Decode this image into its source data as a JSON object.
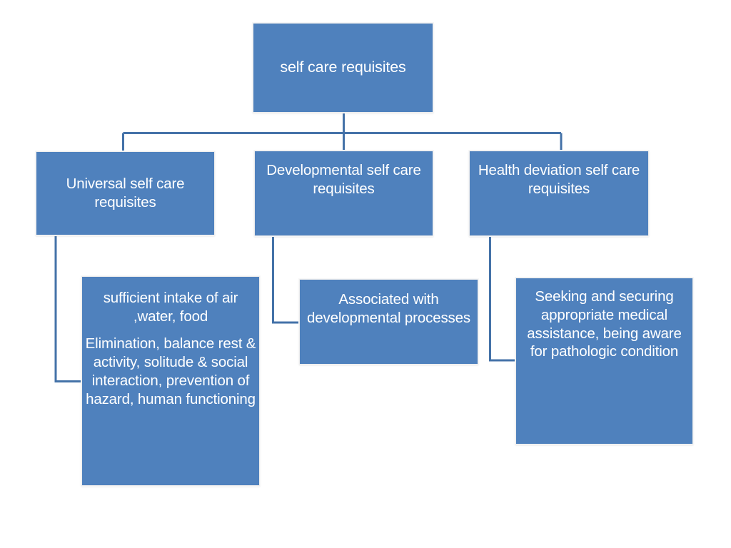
{
  "diagram": {
    "type": "hierarchy-tree",
    "title": "self care requisites",
    "colors": {
      "node_fill": "#4F81BD",
      "node_text": "#FFFFFF",
      "node_border": "#EDEDED",
      "connector": "#4472A8",
      "background": "#FFFFFF"
    },
    "nodes": {
      "root": {
        "label": "self care requisites"
      },
      "universal": {
        "label": "Universal self care requisites"
      },
      "developmental": {
        "label": "Developmental self care requisites"
      },
      "health": {
        "label": "Health deviation self care requisites"
      },
      "universal_detail": {
        "paragraph_1": "sufficient intake of air ,water, food",
        "paragraph_2": "Elimination, balance rest & activity, solitude & social interaction, prevention of hazard, human functioning"
      },
      "developmental_detail": {
        "label": "Associated with developmental processes"
      },
      "health_detail": {
        "label": "Seeking and securing appropriate medical assistance, being aware for pathologic condition"
      }
    }
  }
}
